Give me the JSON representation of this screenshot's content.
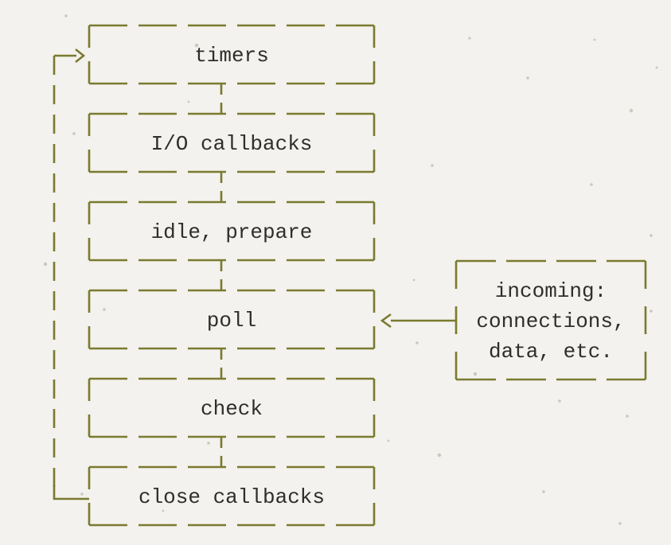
{
  "diagram": {
    "phases": [
      {
        "label": "timers"
      },
      {
        "label": "I/O callbacks"
      },
      {
        "label": "idle, prepare"
      },
      {
        "label": "poll"
      },
      {
        "label": "check"
      },
      {
        "label": "close callbacks"
      }
    ],
    "incoming_box": {
      "line1": "incoming:",
      "line2": "connections,",
      "line3": "data, etc."
    },
    "colors": {
      "line": "#7b7a2f",
      "text": "#2e2e2e",
      "background": "#f3f2ee"
    }
  }
}
